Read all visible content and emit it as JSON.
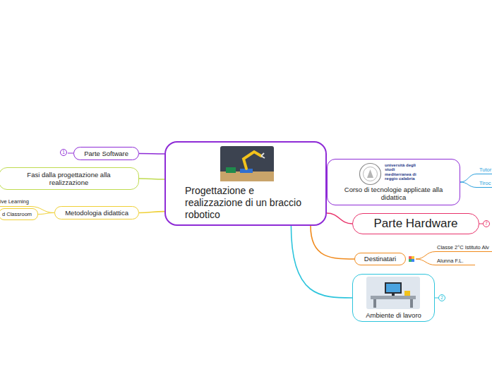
{
  "diagram": {
    "nodes": [
      {
        "text": [
          "Progettazione e realizzazione di un braccio robotico"
        ]
      },
      {
        "text": [
          "Parte Software"
        ]
      },
      {
        "text": [
          "Fasi dalla progettazione alla realizzazione"
        ]
      },
      {
        "text": [
          "Metodologia didattica"
        ]
      },
      {
        "text": [
          "ive Learning"
        ]
      },
      {
        "text": [
          "d Classroom"
        ]
      },
      {
        "text": [
          "Corso di tecnologie applicate alla didattica"
        ]
      },
      {
        "text": [
          "Tutor"
        ]
      },
      {
        "text": [
          "Tiroc"
        ]
      },
      {
        "text": [
          "Parte Hardware"
        ]
      },
      {
        "text": [
          "Destinatari"
        ]
      },
      {
        "text": [
          "Classe 2°C Istituto Alv"
        ]
      },
      {
        "text": [
          "Alunna F.L."
        ]
      },
      {
        "text": [
          "Ambiente di lavoro"
        ]
      }
    ],
    "edges": [
      {
        "from": 0,
        "to": 1,
        "arrow": "none"
      },
      {
        "from": 0,
        "to": 2,
        "arrow": "none"
      },
      {
        "from": 0,
        "to": 3,
        "arrow": "none"
      },
      {
        "from": 3,
        "to": 4,
        "arrow": "none"
      },
      {
        "from": 3,
        "to": 5,
        "arrow": "none"
      },
      {
        "from": 0,
        "to": 6,
        "arrow": "none"
      },
      {
        "from": 6,
        "to": 7,
        "arrow": "none"
      },
      {
        "from": 6,
        "to": 8,
        "arrow": "none"
      },
      {
        "from": 0,
        "to": 9,
        "arrow": "none"
      },
      {
        "from": 0,
        "to": 10,
        "arrow": "none"
      },
      {
        "from": 10,
        "to": 11,
        "arrow": "none"
      },
      {
        "from": 10,
        "to": 12,
        "arrow": "none"
      },
      {
        "from": 0,
        "to": 13,
        "arrow": "none"
      }
    ],
    "labels": [
      "1",
      "7",
      "2",
      "università degli studi mediterranea di reggio calabria"
    ]
  }
}
